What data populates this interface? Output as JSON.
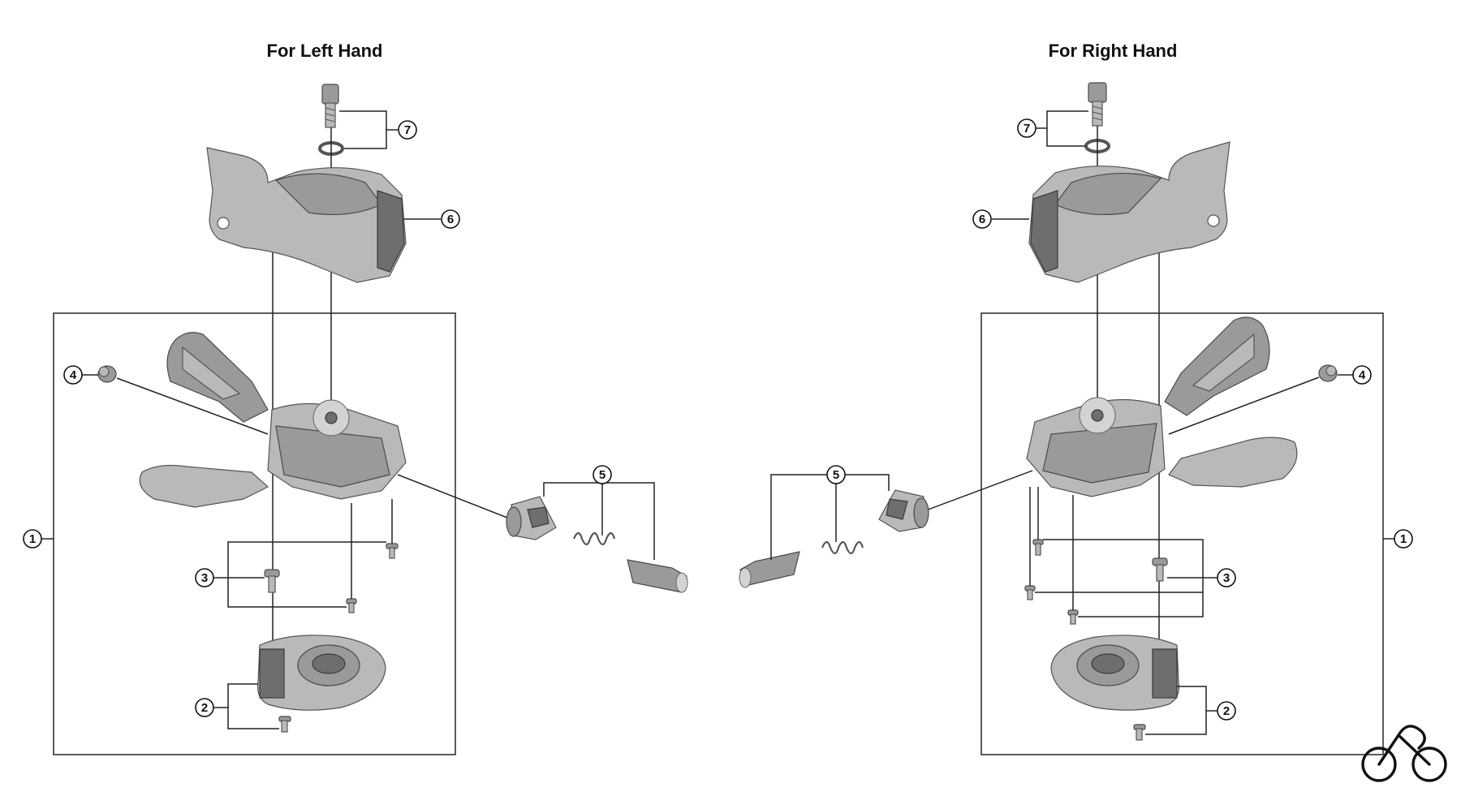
{
  "titles": {
    "left": "For Left Hand",
    "right": "For Right Hand"
  },
  "callouts": {
    "c1": "1",
    "c2": "2",
    "c3": "3",
    "c4": "4",
    "c5": "5",
    "c6": "6",
    "c7": "7"
  },
  "icons": {
    "corner_logo": "bicycle-icon"
  },
  "colors": {
    "part_dark": "#6e6e6e",
    "part_mid": "#9a9a9a",
    "part_light": "#b9b9b9",
    "line": "#222222"
  }
}
